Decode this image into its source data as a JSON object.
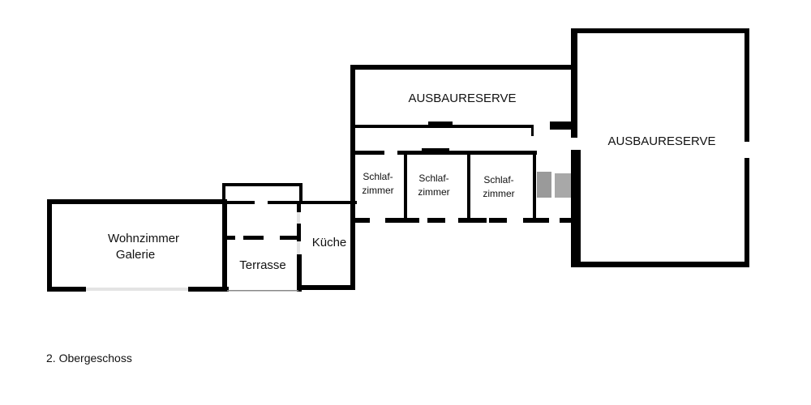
{
  "floor_label": "2. Obergeschoss",
  "rooms": {
    "ausbaureserve_top": "AUSBAURESERVE",
    "ausbaureserve_right": "AUSBAURESERVE",
    "schlafzimmer_1": [
      "Schlaf-",
      "zimmer"
    ],
    "schlafzimmer_2": [
      "Schlaf-",
      "zimmer"
    ],
    "schlafzimmer_3": [
      "Schlaf-",
      "zimmer"
    ],
    "wohnzimmer": [
      "Wohnzimmer",
      "Galerie"
    ],
    "terrasse": "Terrasse",
    "kueche": "Küche"
  },
  "colors": {
    "wall": "#000000",
    "window": "#e4e4e4",
    "stairs": "#9a9a9a"
  }
}
